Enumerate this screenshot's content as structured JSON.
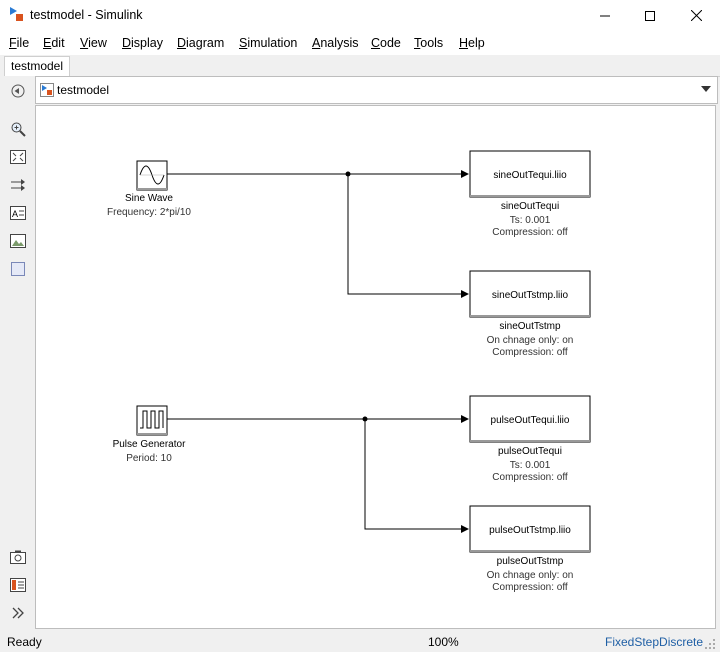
{
  "window": {
    "title": "testmodel - Simulink",
    "minimize_icon": "minimize-icon",
    "maximize_icon": "maximize-icon",
    "close_icon": "close-icon"
  },
  "menu": [
    {
      "label": "File",
      "mnemonic": "F",
      "rest": "ile"
    },
    {
      "label": "Edit",
      "mnemonic": "E",
      "rest": "dit"
    },
    {
      "label": "View",
      "mnemonic": "V",
      "rest": "iew"
    },
    {
      "label": "Display",
      "mnemonic": "D",
      "rest": "isplay"
    },
    {
      "label": "Diagram",
      "mnemonic": "D",
      "rest": "iagram"
    },
    {
      "label": "Simulation",
      "mnemonic": "S",
      "rest": "imulation"
    },
    {
      "label": "Analysis",
      "mnemonic": "A",
      "rest": "nalysis"
    },
    {
      "label": "Code",
      "mnemonic": "C",
      "rest": "ode"
    },
    {
      "label": "Tools",
      "mnemonic": "T",
      "rest": "ools"
    },
    {
      "label": "Help",
      "mnemonic": "H",
      "rest": "elp"
    }
  ],
  "tab": {
    "label": "testmodel"
  },
  "address": {
    "path": "testmodel"
  },
  "toolbar_icons": [
    "back-icon",
    "zoom-icon",
    "fit-view-icon",
    "hide-ports-icon",
    "annotation-icon",
    "image-icon",
    "area-icon",
    "screenshot-icon",
    "model-browser-icon",
    "expand-icon"
  ],
  "blocks": {
    "sine": {
      "name": "Sine Wave",
      "param": "Frequency: 2*pi/10"
    },
    "pulse": {
      "name": "Pulse Generator",
      "param": "Period: 10"
    },
    "sink1": {
      "file": "sineOutTequi.liio",
      "name": "sineOutTequi",
      "line1": "Ts: 0.001",
      "line2": "Compression: off"
    },
    "sink2": {
      "file": "sineOutTstmp.liio",
      "name": "sineOutTstmp",
      "line1": "On chnage only: on",
      "line2": "Compression: off"
    },
    "sink3": {
      "file": "pulseOutTequi.liio",
      "name": "pulseOutTequi",
      "line1": "Ts: 0.001",
      "line2": "Compression: off"
    },
    "sink4": {
      "file": "pulseOutTstmp.liio",
      "name": "pulseOutTstmp",
      "line1": "On chnage only: on",
      "line2": "Compression: off"
    }
  },
  "status": {
    "ready": "Ready",
    "zoom": "100%",
    "solver": "FixedStepDiscrete"
  }
}
